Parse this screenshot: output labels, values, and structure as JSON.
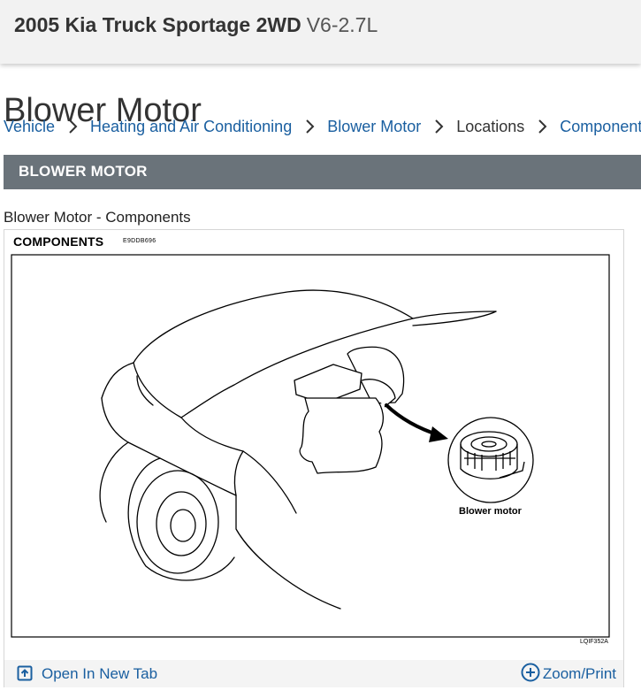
{
  "header": {
    "vehicle": "2005 Kia Truck Sportage 2WD",
    "engine": "V6-2.7L"
  },
  "page": {
    "title": "Blower Motor"
  },
  "breadcrumb": [
    {
      "label": "Vehicle",
      "link": true
    },
    {
      "label": "Heating and Air Conditioning",
      "link": true
    },
    {
      "label": "Blower Motor",
      "link": true
    },
    {
      "label": "Locations",
      "link": false
    },
    {
      "label": "Components",
      "link": true
    }
  ],
  "section": {
    "title": "BLOWER MOTOR"
  },
  "figure": {
    "caption": "Blower Motor - Components",
    "heading": "COMPONENTS",
    "code": "E9DDB696",
    "callout": "Blower motor",
    "reference": "LQIF352A",
    "open_new_tab_label": "Open In New Tab",
    "zoom_print_label": "Zoom/Print"
  },
  "icons": {
    "breadcrumb_separator": "chevron-right-icon",
    "open_tab": "open-in-new-tab-icon",
    "zoom": "plus-circle-icon"
  },
  "colors": {
    "link": "#1a5fa0",
    "section_bar": "#6a737a",
    "header_bg": "#f2f2f2"
  }
}
